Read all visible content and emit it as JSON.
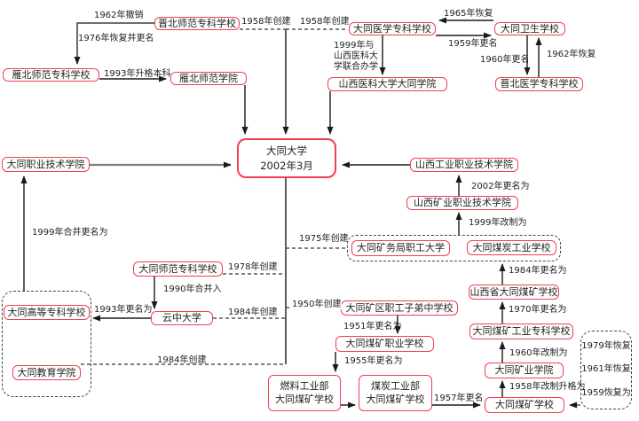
{
  "diagram": {
    "description": "大同大学历史沿革流程图",
    "colors": {
      "node_border": "#ef4050",
      "line": "#1a1a1a",
      "background": "#ffffff"
    },
    "nodes": {
      "jinbei_normal": {
        "label": "晋北师范专科学校"
      },
      "yanbei_normal_zhuanke": {
        "label": "雁北师范专科学校"
      },
      "yanbei_normal_college": {
        "label": "雁北师范学院"
      },
      "datong_medical": {
        "label": "大同医学专科学校"
      },
      "datong_health": {
        "label": "大同卫生学校"
      },
      "jinbei_medical": {
        "label": "晋北医学专科学校"
      },
      "shanxi_medical_datong": {
        "label": "山西医科大学大同学院"
      },
      "datong_university": {
        "label": "大同大学\n2002年3月"
      },
      "datong_vocational": {
        "label": "大同职业技术学院"
      },
      "shanxi_industry_voc": {
        "label": "山西工业职业技术学院"
      },
      "shanxi_mining_voc": {
        "label": "山西矿业职业技术学院"
      },
      "datong_mine_staff_univ": {
        "label": "大同矿务局职工大学"
      },
      "datong_coal_industry_school": {
        "label": "大同煤炭工业学校"
      },
      "shanxi_datong_coal_school": {
        "label": "山西省大同煤矿学校"
      },
      "datong_coal_zhuanke": {
        "label": "大同煤矿工业专科学校"
      },
      "datong_mining_college": {
        "label": "大同矿业学院"
      },
      "datong_coal_school": {
        "label": "大同煤矿学校"
      },
      "datong_normal_zhuanke": {
        "label": "大同师范专科学校"
      },
      "yunzhong_university": {
        "label": "云中大学"
      },
      "datong_gaodeng": {
        "label": "大同高等专科学校"
      },
      "datong_education": {
        "label": "大同教育学院"
      },
      "datong_mine_children": {
        "label": "大同矿区职工子弟中学校"
      },
      "datong_coal_vocational": {
        "label": "大同煤矿职业学校"
      },
      "fuel_ministry_school": {
        "label": "燃料工业部\n大同煤矿学校"
      },
      "coal_ministry_school": {
        "label": "煤炭工业部\n大同煤矿学校"
      }
    },
    "labels": {
      "l1962_chexiao": {
        "text": "1962年撤销"
      },
      "l1976_huifu": {
        "text": "1976年恢复并更名"
      },
      "l1993_shengge": {
        "text": "1993年升格本科"
      },
      "l1958_chuangjian_left": {
        "text": "1958年创建"
      },
      "l1958_chuangjian_right": {
        "text": "1958年创建"
      },
      "l1965_huifu": {
        "text": "1965年恢复"
      },
      "l1959_gengming": {
        "text": "1959年更名"
      },
      "l1999_lianhe": {
        "text": "1999年与\n山西医科大\n学联合办学"
      },
      "l1960_gengming": {
        "text": "1960年更名"
      },
      "l1962_huifu": {
        "text": "1962年恢复"
      },
      "l2002_gengming": {
        "text": "2002年更名为"
      },
      "l1999_gaizhi": {
        "text": "1999年改制为"
      },
      "l1975_chuangjian": {
        "text": "1975年创建"
      },
      "l1984_gengming": {
        "text": "1984年更名为"
      },
      "l1999_hebing": {
        "text": "1999年合并更名为"
      },
      "l1978_chuangjian": {
        "text": "1978年创建"
      },
      "l1970_gengming": {
        "text": "1970年更名为"
      },
      "l1990_hebingru": {
        "text": "1990年合并入"
      },
      "l1984_chuangjian_mid": {
        "text": "1984年创建"
      },
      "l1950_chuangjian": {
        "text": "1950年创建"
      },
      "l1993_gengming": {
        "text": "1993年更名为"
      },
      "l1951_gengming": {
        "text": "1951年更名为"
      },
      "l1960_gaizhi": {
        "text": "1960年改制为"
      },
      "l1984_chuangjian_bottom": {
        "text": "1984年创建"
      },
      "l1955_gengming": {
        "text": "1955年更名为"
      },
      "l1958_gaizhi": {
        "text": "1958年改制升格为"
      },
      "l1957_gengming": {
        "text": "1957年更名"
      }
    },
    "restore_notes": [
      "1979年恢复",
      "1961年恢复",
      "1959恢复为"
    ]
  }
}
